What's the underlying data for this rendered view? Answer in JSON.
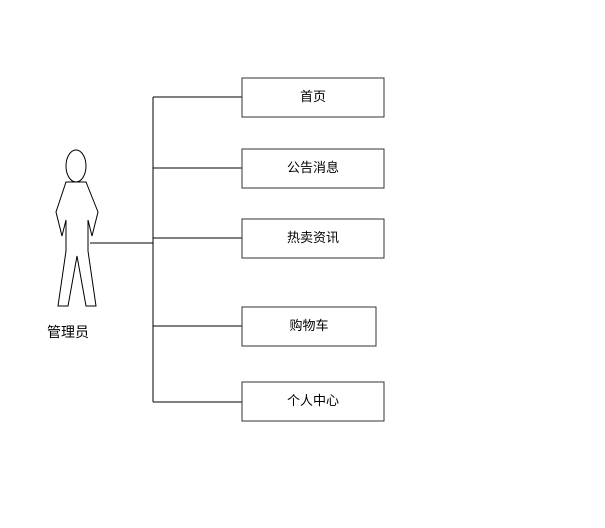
{
  "actor": {
    "label": "管理员"
  },
  "modules": [
    {
      "label": "首页"
    },
    {
      "label": "公告消息"
    },
    {
      "label": "热卖资讯"
    },
    {
      "label": "购物车"
    },
    {
      "label": "个人中心"
    }
  ],
  "colors": {
    "line": "#000000",
    "box_border": "#333333",
    "background": "#ffffff"
  }
}
